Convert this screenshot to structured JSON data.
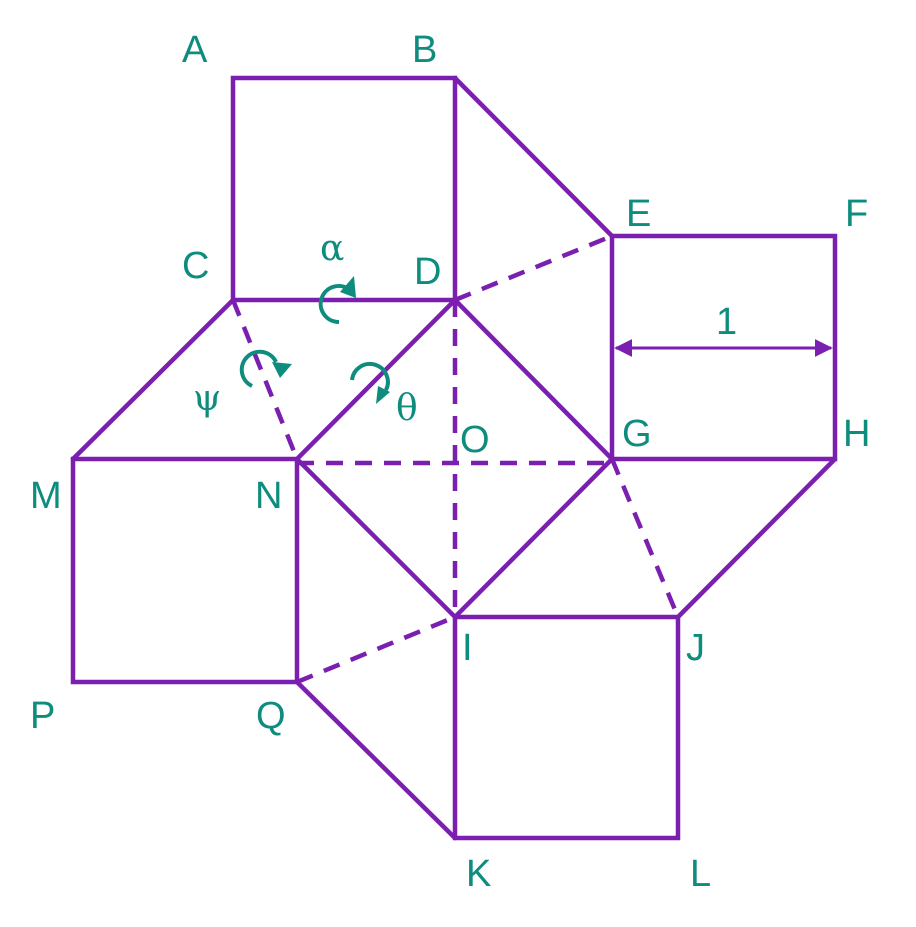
{
  "colors": {
    "edge": "#7B1FB0",
    "label": "#0E8C7E",
    "background": "#ffffff"
  },
  "vertices": {
    "A": "A",
    "B": "B",
    "C": "C",
    "D": "D",
    "E": "E",
    "F": "F",
    "G": "G",
    "H": "H",
    "I": "I",
    "J": "J",
    "K": "K",
    "L": "L",
    "M": "M",
    "N": "N",
    "O": "O",
    "P": "P",
    "Q": "Q"
  },
  "angles": {
    "alpha": "α",
    "psi": "ψ",
    "theta": "θ"
  },
  "dimension": {
    "side_length": "1"
  }
}
